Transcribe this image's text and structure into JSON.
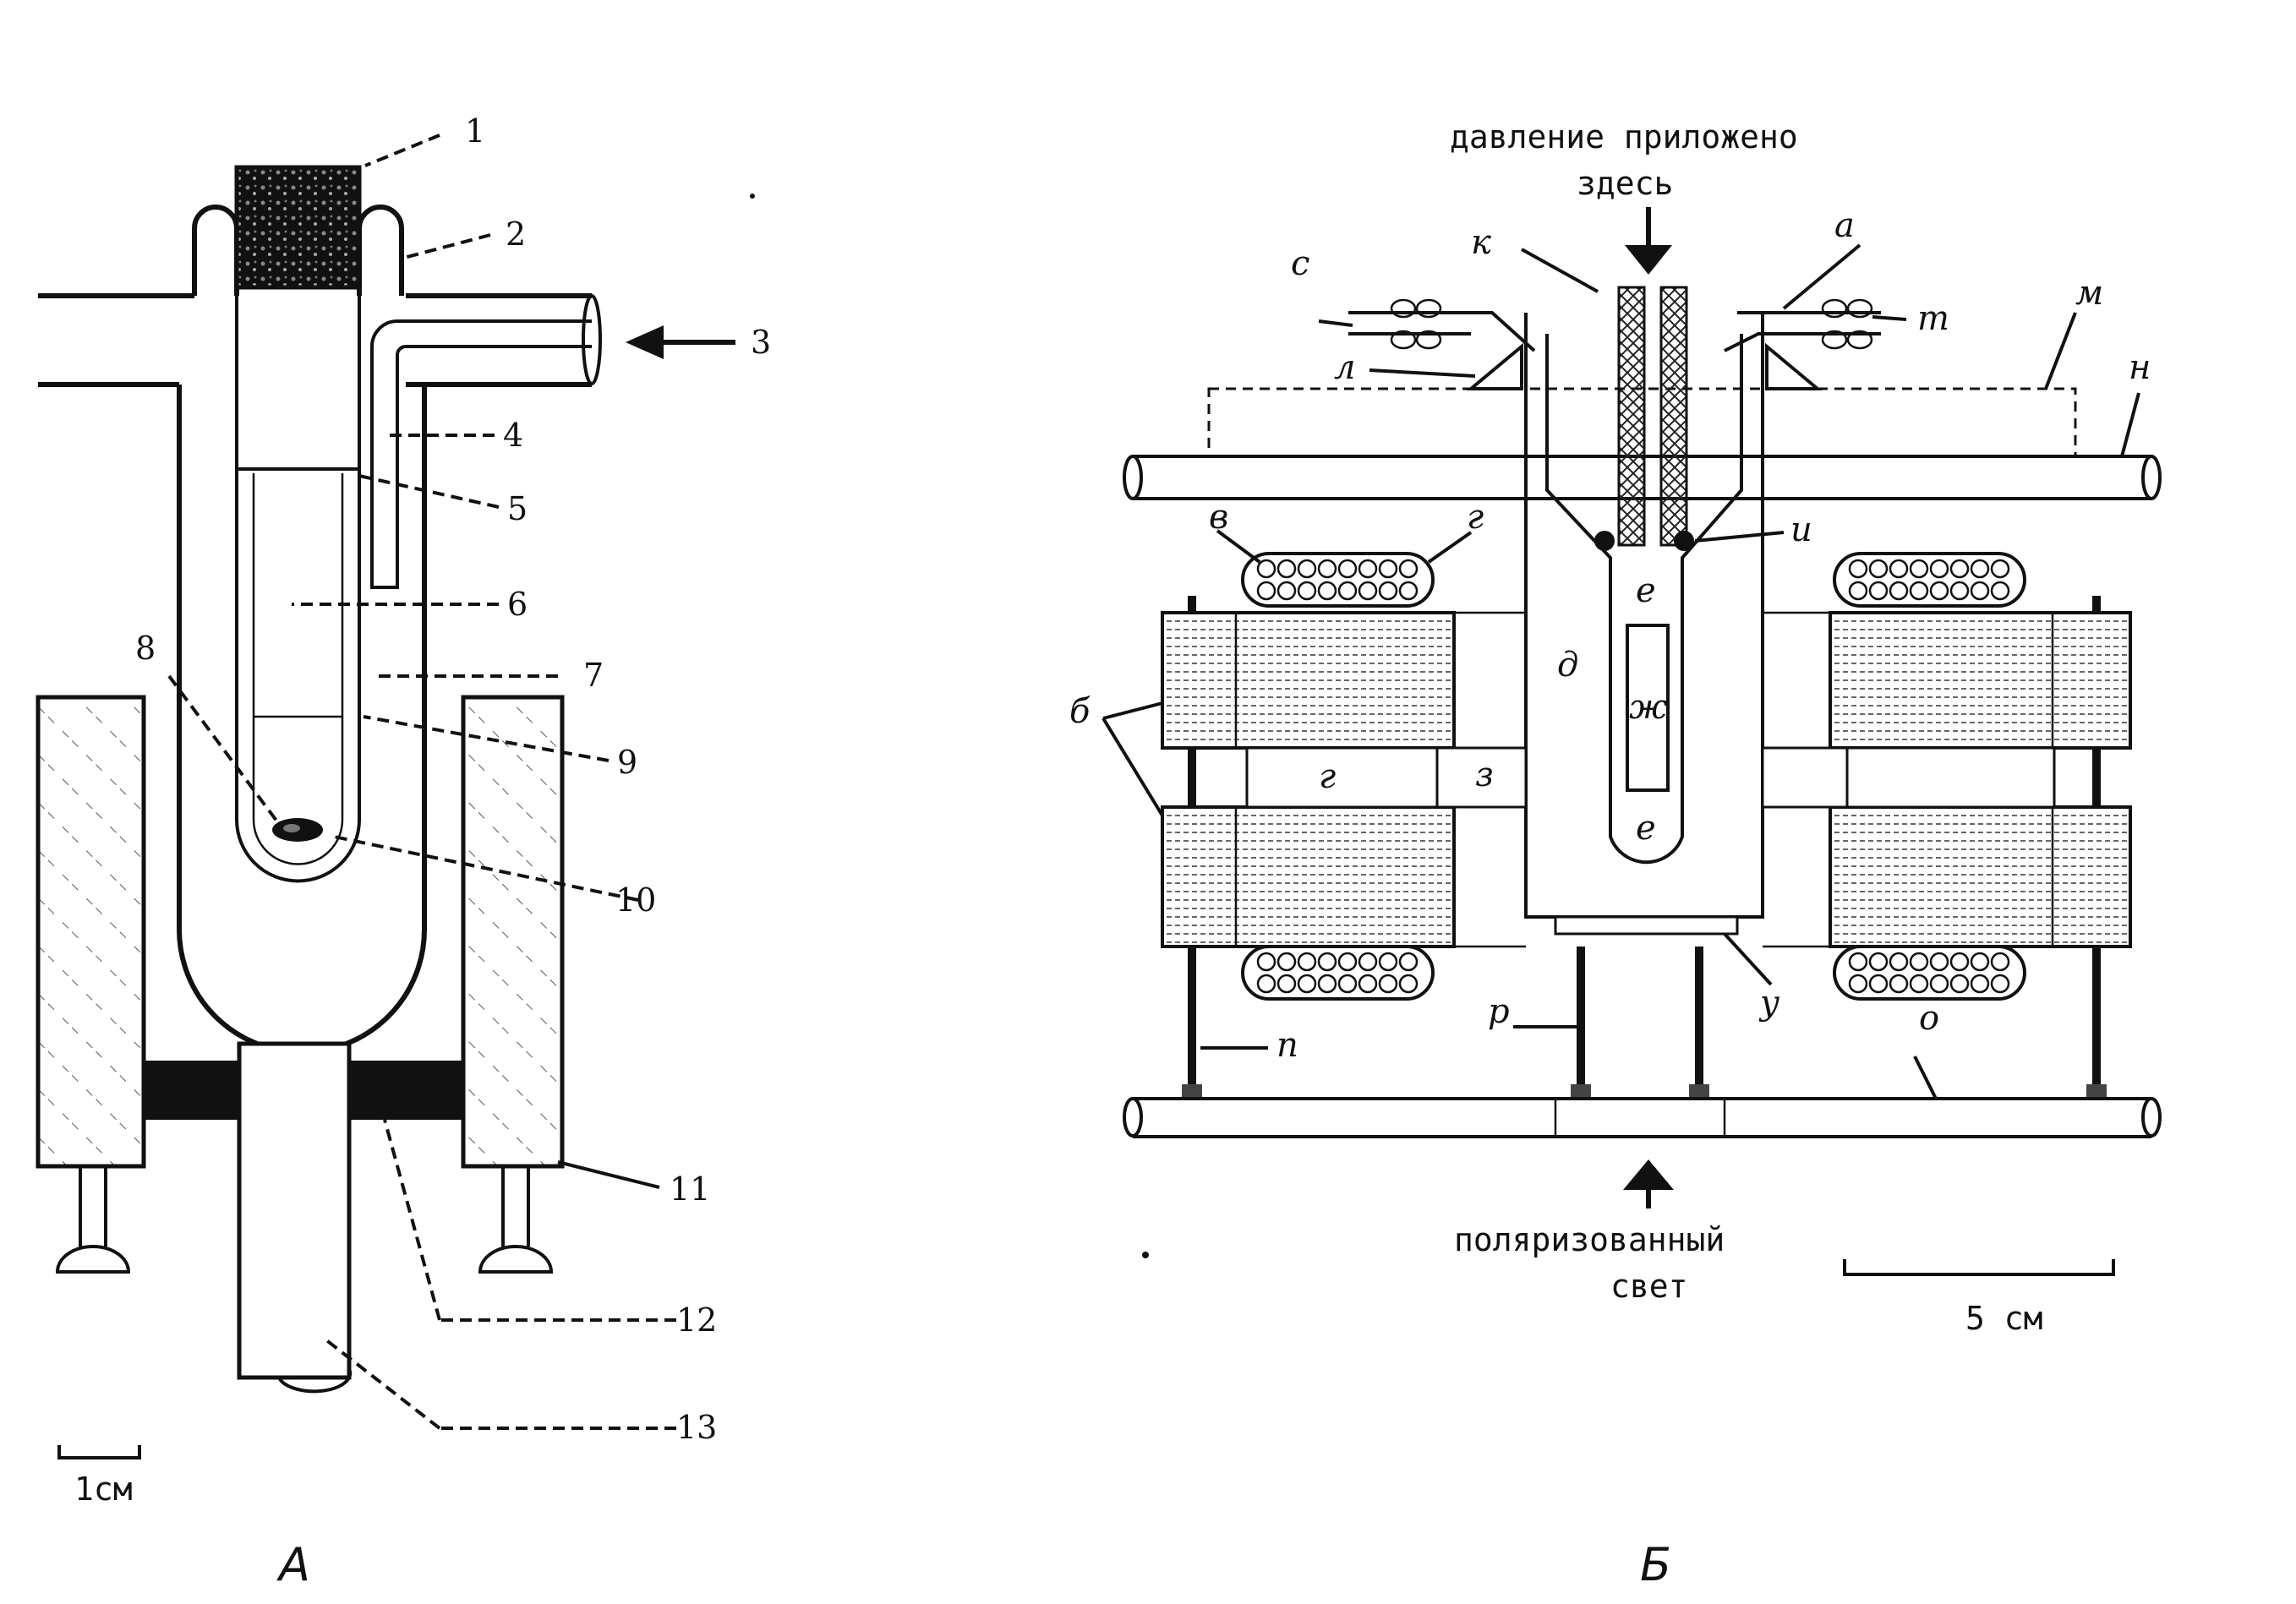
{
  "panel_a": {
    "caption": "А",
    "scale_label": "1см",
    "part_numbers": [
      "1",
      "2",
      "3",
      "4",
      "5",
      "6",
      "7",
      "8",
      "9",
      "10",
      "11",
      "12",
      "13"
    ]
  },
  "panel_b": {
    "caption": "Б",
    "pressure_label_line1": "давление приложено",
    "pressure_label_line2": "здесь",
    "light_label_line1": "поляризованный",
    "light_label_line2": "свет",
    "scale_label": "5 см",
    "letters": {
      "a": "а",
      "b": "б",
      "v": "в",
      "g_top": "г",
      "g_mid": "г",
      "d": "д",
      "e_top": "е",
      "e_bot": "е",
      "zh": "ж",
      "z": "з",
      "i": "и",
      "k": "к",
      "l": "л",
      "m": "м",
      "n": "н",
      "o": "о",
      "p": "п",
      "r": "р",
      "s": "с",
      "t": "т",
      "u": "у"
    }
  }
}
